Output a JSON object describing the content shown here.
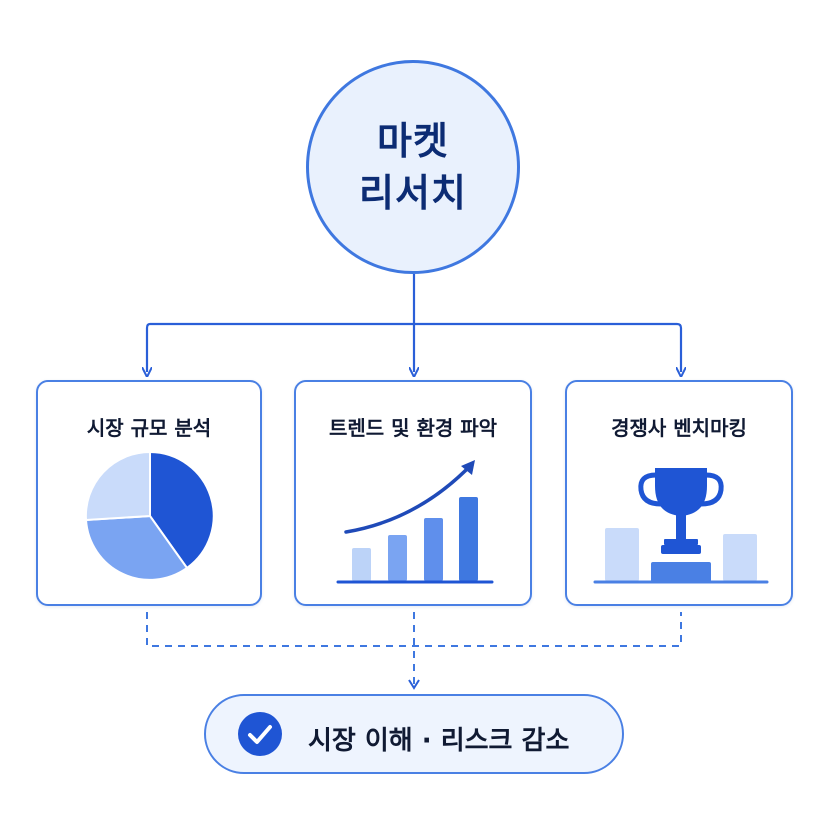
{
  "diagram": {
    "root": {
      "line1": "마켓",
      "line2": "리서치"
    },
    "branches": [
      {
        "title": "시장 규모 분석",
        "icon": "pie-chart-icon"
      },
      {
        "title": "트렌드 및 환경 파악",
        "icon": "growth-bar-chart-icon"
      },
      {
        "title": "경쟁사 벤치마킹",
        "icon": "trophy-icon"
      }
    ],
    "result": {
      "label": "시장 이해 · 리스크 감소",
      "icon": "check-circle-icon"
    }
  },
  "colors": {
    "accent": "#1f55d4",
    "border": "#4a80e4",
    "light_fill": "#e9f1fd",
    "title_text": "#0c2c74",
    "body_text": "#101a33",
    "bar_light": "#bcd3f8",
    "bar_mid": "#7aa4f2",
    "bar_dark": "#3f78e0"
  }
}
